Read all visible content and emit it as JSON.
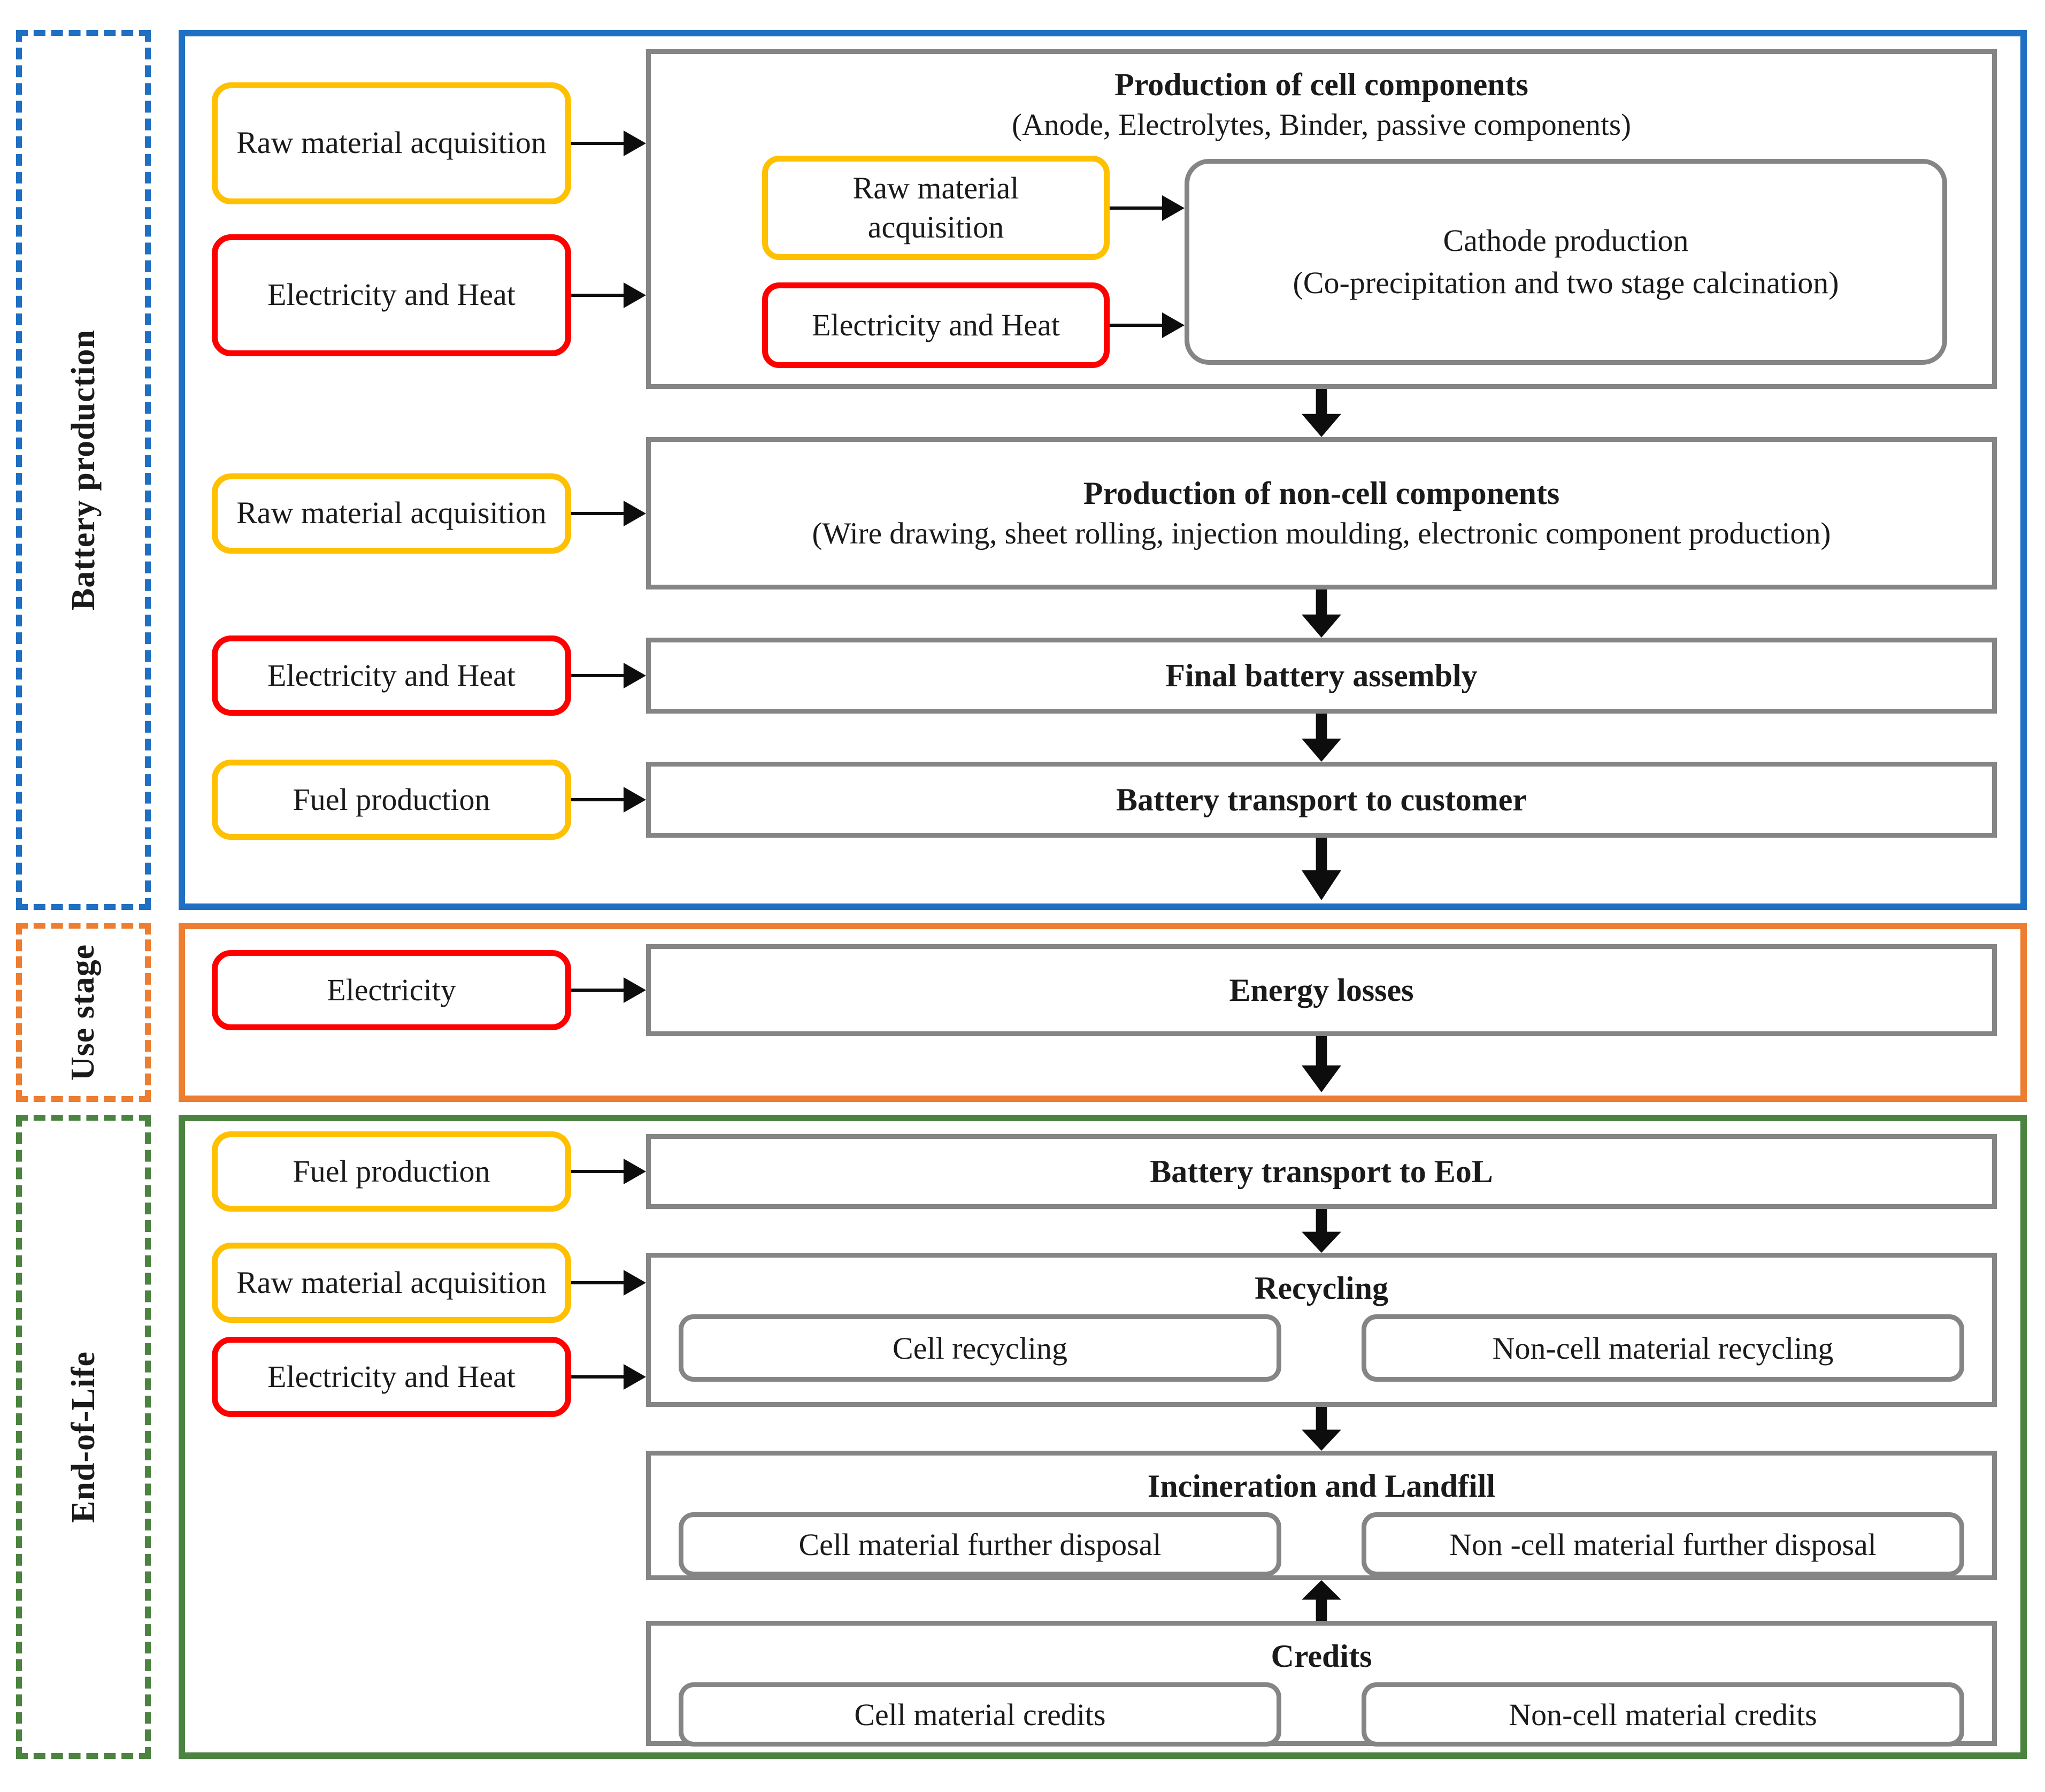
{
  "colors": {
    "production_border": "#1F70C2",
    "use_border": "#ED7D31",
    "eol_border": "#4B8340",
    "raw_input_border": "#FFC000",
    "energy_input_border": "#FE0000",
    "process_border": "#858585",
    "arrow_color": "#0d0d0d"
  },
  "stages": {
    "battery_production": {
      "label": "Battery production",
      "cell_components": {
        "title": "Production of cell components",
        "subtitle": "(Anode, Electrolytes, Binder, passive components)",
        "input_raw": "Raw material acquisition",
        "input_energy": "Electricity and Heat",
        "cathode_input_raw": "Raw material acquisition",
        "cathode_input_energy": "Electricity and Heat",
        "cathode_title": "Cathode production",
        "cathode_subtitle": "(Co-precipitation and two stage calcination)"
      },
      "non_cell_components": {
        "title": "Production of non-cell components",
        "subtitle": "(Wire drawing, sheet rolling, injection moulding, electronic component production)",
        "input_raw": "Raw material acquisition"
      },
      "assembly": {
        "title": "Final battery assembly",
        "input_energy": "Electricity and Heat"
      },
      "transport": {
        "title": "Battery transport to customer",
        "input_fuel": "Fuel production"
      }
    },
    "use_stage": {
      "label": "Use stage",
      "energy_losses": {
        "title": "Energy losses",
        "input_electricity": "Electricity"
      }
    },
    "end_of_life": {
      "label": "End-of-Life",
      "transport": {
        "title": "Battery transport to EoL",
        "input_fuel": "Fuel production"
      },
      "recycling": {
        "title": "Recycling",
        "input_raw": "Raw material acquisition",
        "input_energy": "Electricity and Heat",
        "cell": "Cell recycling",
        "non_cell": "Non-cell material recycling"
      },
      "incineration": {
        "title": "Incineration and Landfill",
        "cell": "Cell material further disposal",
        "non_cell": "Non -cell material further disposal"
      },
      "credits": {
        "title": "Credits",
        "cell": "Cell material credits",
        "non_cell": "Non-cell material credits"
      }
    }
  }
}
